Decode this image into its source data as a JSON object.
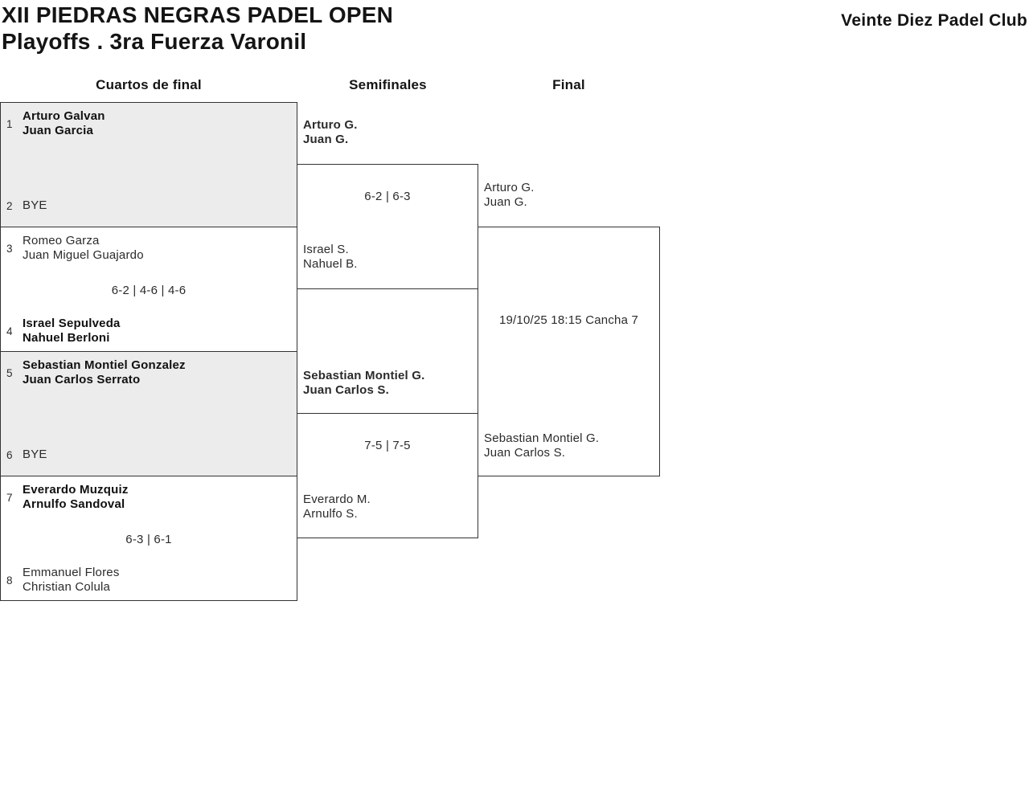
{
  "header": {
    "title": "XII PIEDRAS NEGRAS PADEL OPEN",
    "subtitle": "Playoffs . 3ra Fuerza Varonil",
    "club": "Veinte Diez Padel Club"
  },
  "rounds": [
    {
      "label": "Cuartos de final"
    },
    {
      "label": "Semifinales"
    },
    {
      "label": "Final"
    }
  ],
  "quarterfinals": [
    {
      "seed_top": "1",
      "team_top": [
        "Arturo Galvan",
        "Juan Garcia"
      ],
      "seed_bottom": "2",
      "team_bottom": [
        "BYE"
      ],
      "score": ""
    },
    {
      "seed_top": "3",
      "team_top": [
        "Romeo Garza",
        "Juan Miguel Guajardo"
      ],
      "seed_bottom": "4",
      "team_bottom": [
        "Israel Sepulveda",
        "Nahuel Berloni"
      ],
      "score": "6-2 | 4-6 | 4-6"
    },
    {
      "seed_top": "5",
      "team_top": [
        "Sebastian Montiel Gonzalez",
        "Juan Carlos Serrato"
      ],
      "seed_bottom": "6",
      "team_bottom": [
        "BYE"
      ],
      "score": ""
    },
    {
      "seed_top": "7",
      "team_top": [
        "Everardo Muzquiz",
        "Arnulfo Sandoval"
      ],
      "seed_bottom": "8",
      "team_bottom": [
        "Emmanuel Flores",
        "Christian Colula"
      ],
      "score": "6-3 | 6-1"
    }
  ],
  "semifinals": [
    {
      "team_top": [
        "Arturo G.",
        "Juan G."
      ],
      "team_bottom": [
        "Israel S.",
        "Nahuel B."
      ],
      "score": "6-2 | 6-3"
    },
    {
      "team_top": [
        "Sebastian Montiel G.",
        "Juan Carlos S."
      ],
      "team_bottom": [
        "Everardo M.",
        "Arnulfo S."
      ],
      "score": "7-5 | 7-5"
    }
  ],
  "final": {
    "team_top": [
      "Arturo G.",
      "Juan G."
    ],
    "team_bottom": [
      "Sebastian Montiel G.",
      "Juan Carlos S."
    ],
    "schedule": "19/10/25 18:15 Cancha 7"
  },
  "colors": {
    "border": "#333333",
    "shaded_box_bg": "#ececec",
    "text": "#2b2b2b"
  }
}
